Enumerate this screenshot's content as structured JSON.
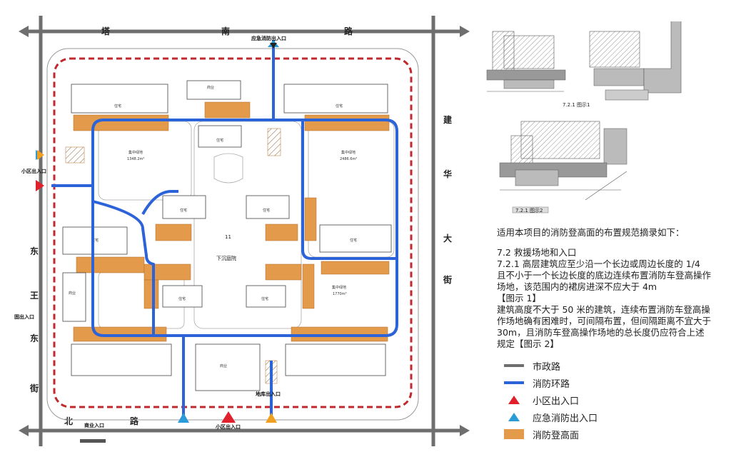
{
  "colors": {
    "municipal_road": "#6e6e6e",
    "fire_loop": "#2c63d8",
    "community_entry": "#e0202a",
    "emergency_entry": "#2a9bd8",
    "fire_platform": "#e39a4b",
    "red_line": "#c0282d"
  },
  "roads": {
    "north": [
      "塔",
      "南",
      "路"
    ],
    "south": [
      "北",
      "路"
    ],
    "east": [
      "建",
      "华",
      "大",
      "街"
    ],
    "west": [
      "东",
      "王",
      "东",
      "街"
    ]
  },
  "entries": {
    "emergency_north": "应急消防出入口",
    "community_west": "小区出入口",
    "west_side": "固出入口",
    "south_shop": "商业入口",
    "south_main": "小区出入口",
    "south_goods": "地库出入口"
  },
  "plan_labels": {
    "sunken_court": "下沉庭院",
    "block11": "11",
    "green_center": "集中绿地",
    "green_center_area": "1348.2m²",
    "green_right": "集中绿地",
    "green_right_area": "2486.6m²",
    "green_bottom": "集中绿地",
    "green_bottom_area": "1770m²",
    "shop": "商业",
    "house": "住宅"
  },
  "figures": {
    "fig1_caption": "7.2.1 图示1",
    "fig2_caption": "7.2.1 图示2"
  },
  "text": {
    "intro": "适用本项目的消防登高面的布置规范摘录如下：",
    "section_title": "7.2 救援场地和入口",
    "clause": "7.2.1 高层建筑应至少沿一个长边或周边长度的 1/4 且不小于一个长边长度的底边连续布置消防车登高操作场地，该范围内的裙房进深不应大于 4m",
    "fig1_ref": "【图示 1】",
    "clause2": "建筑高度不大于 50 米的建筑，连续布置消防车登高操作场地确有困难时，可间隔布置，但间隔距离不宜大于 30m，且消防车登高操作场地的总长度仍应符合上述规定【图示 2】"
  },
  "legend": [
    {
      "label": "市政路",
      "kind": "line",
      "color": "#6e6e6e",
      "icon": "municipal-road-line"
    },
    {
      "label": "消防环路",
      "kind": "line",
      "color": "#2c63d8",
      "icon": "fire-loop-line"
    },
    {
      "label": "小区出入口",
      "kind": "triangle",
      "color": "#e0202a",
      "icon": "community-entry-triangle"
    },
    {
      "label": "应急消防出入口",
      "kind": "triangle",
      "color": "#2a9bd8",
      "icon": "emergency-entry-triangle"
    },
    {
      "label": "消防登高面",
      "kind": "box",
      "color": "#e39a4b",
      "icon": "fire-platform-box"
    }
  ]
}
